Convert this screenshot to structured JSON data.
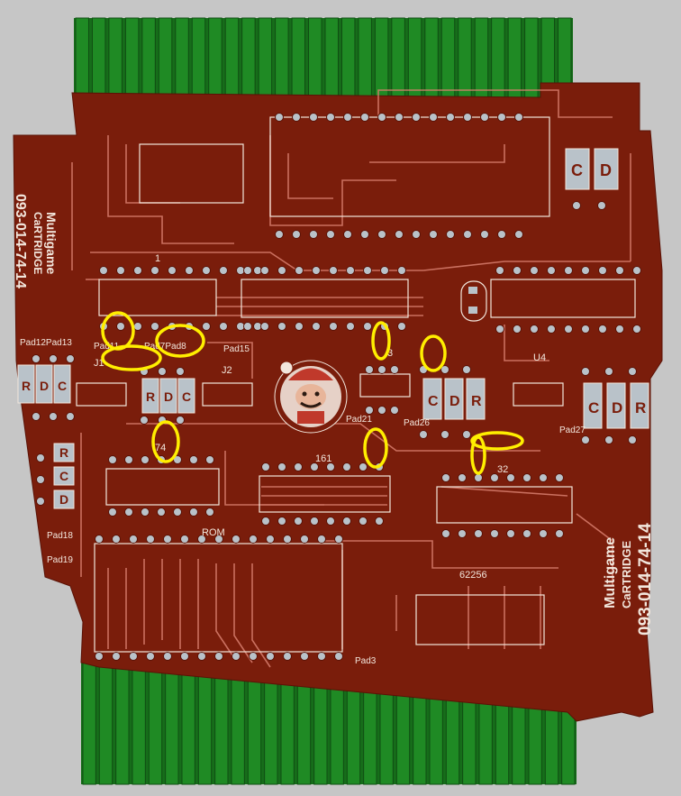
{
  "board": {
    "colors": {
      "background": "#c6c6c6",
      "pcb": "#7a1d0b",
      "trace": "#d97f6f",
      "silkscreen": "#f2e6dc",
      "pad": "#b9c2c9",
      "connector": "#166d1a",
      "highlight": "#ffee00"
    },
    "chips": {
      "rom": "ROM",
      "ram": "62256",
      "c161": "161",
      "c32": "32",
      "c74": "74",
      "c1": "1",
      "c3": "3",
      "u4": "U4",
      "j2": "J2",
      "j1": "J1"
    },
    "pads": {
      "left_group": "Pad12Pad13",
      "pad11": "Pad11",
      "pad7_8": "Pad7Pad8",
      "pad15": "Pad15",
      "pad21": "Pad21",
      "pad26": "Pad26",
      "pad27": "Pad27",
      "pad18": "Pad18",
      "pad19": "Pad19",
      "pad3": "Pad3"
    },
    "cdr": {
      "c": "C",
      "d": "D",
      "r": "R"
    },
    "brand": {
      "name": "Multigame",
      "subtitle": "CaRTRIDGE",
      "part_number": "093-014-74-14"
    },
    "icons": [
      "mario-logo-icon",
      "crystal-oscillator-icon"
    ]
  }
}
